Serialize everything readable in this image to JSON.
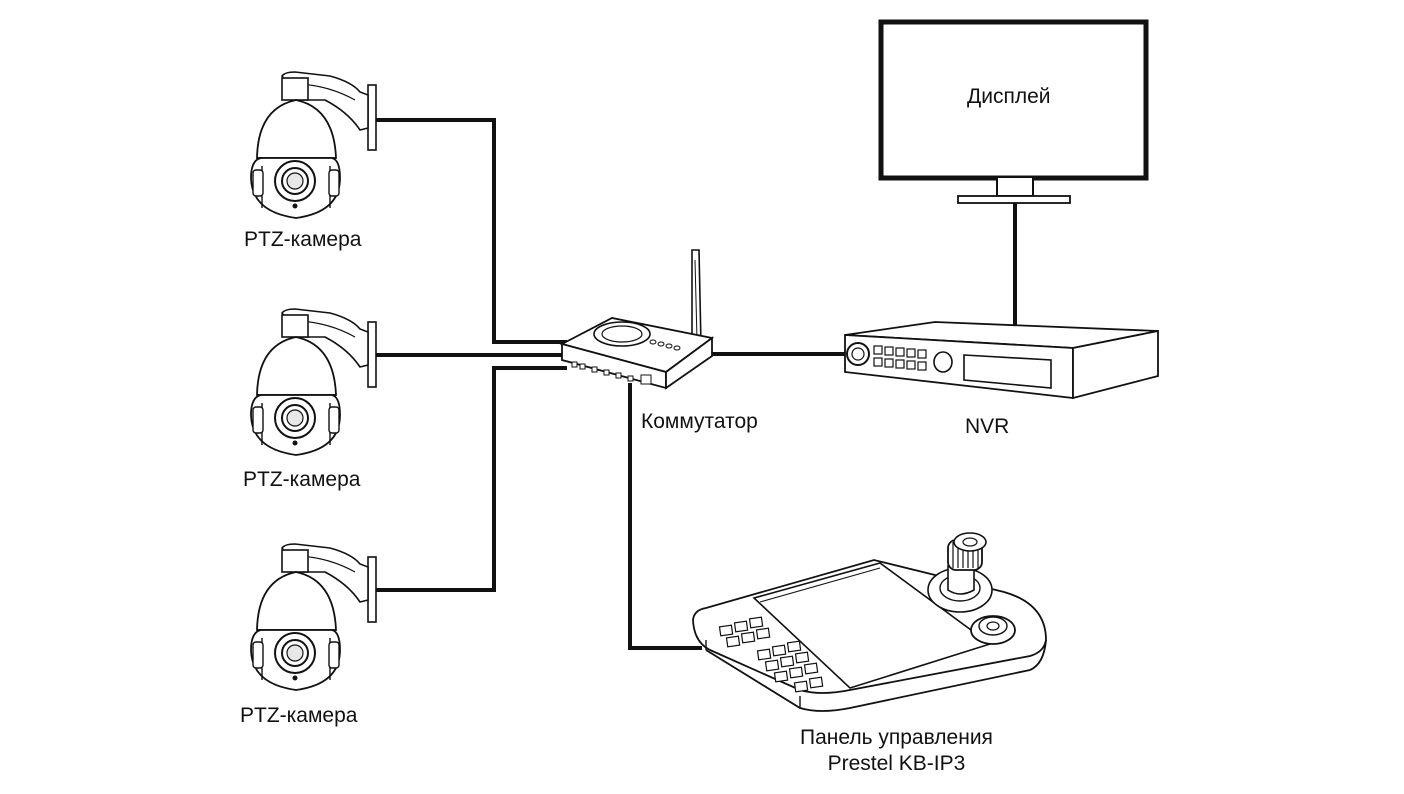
{
  "labels": {
    "camera_1": "PTZ-камера",
    "camera_2": "PTZ-камера",
    "camera_3": "PTZ-камера",
    "switch": "Коммутатор",
    "nvr": "NVR",
    "display": "Дисплей",
    "keyboard_line1": "Панель управления",
    "keyboard_line2": "Prestel KB-IP3"
  },
  "colors": {
    "stroke": "#111111",
    "background": "#ffffff",
    "device_fill": "#ffffff",
    "shade": "#e8e8e8"
  },
  "icons": [
    "ptz-camera-icon",
    "network-switch-icon",
    "nvr-recorder-icon",
    "monitor-icon",
    "control-keyboard-icon"
  ]
}
